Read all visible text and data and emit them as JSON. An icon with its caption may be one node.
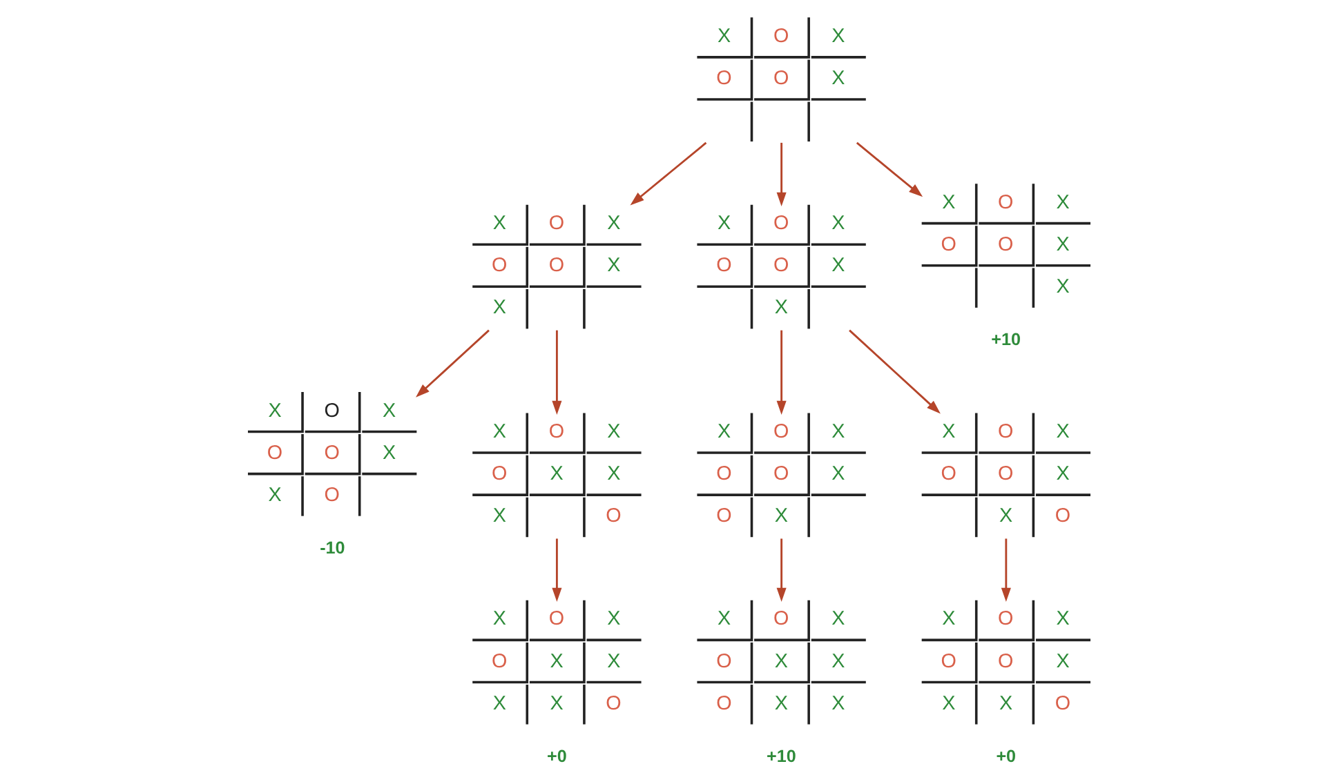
{
  "diagram": {
    "nodes": [
      {
        "text": [
          "X",
          "O",
          "X",
          "O",
          "O",
          "X"
        ]
      },
      {
        "text": [
          "X",
          "O",
          "X",
          "O",
          "O",
          "X",
          "X"
        ]
      },
      {
        "text": [
          "X",
          "O",
          "X",
          "O",
          "O",
          "X",
          "X"
        ]
      },
      {
        "text": [
          "X",
          "O",
          "X",
          "O",
          "O",
          "X",
          "X",
          "+10"
        ]
      },
      {
        "text": [
          "X",
          "O",
          "X",
          "O",
          "O",
          "X",
          "X",
          "O",
          "-10"
        ]
      },
      {
        "text": [
          "X",
          "O",
          "X",
          "O",
          "X",
          "X",
          "X",
          "O"
        ]
      },
      {
        "text": [
          "X",
          "O",
          "X",
          "O",
          "O",
          "X",
          "O",
          "X"
        ]
      },
      {
        "text": [
          "X",
          "O",
          "X",
          "O",
          "O",
          "X",
          "X",
          "O"
        ]
      },
      {
        "text": [
          "X",
          "O",
          "X",
          "O",
          "X",
          "X",
          "X",
          "X",
          "O",
          "+0"
        ]
      },
      {
        "text": [
          "X",
          "O",
          "X",
          "O",
          "X",
          "X",
          "O",
          "X",
          "X",
          "+10"
        ]
      },
      {
        "text": [
          "X",
          "O",
          "X",
          "O",
          "O",
          "X",
          "X",
          "X",
          "O",
          "+0"
        ]
      }
    ],
    "edges": [
      {
        "from": 0,
        "to": 1,
        "arrow": "to"
      },
      {
        "from": 0,
        "to": 2,
        "arrow": "to"
      },
      {
        "from": 0,
        "to": 3,
        "arrow": "to"
      },
      {
        "from": 1,
        "to": 4,
        "arrow": "to"
      },
      {
        "from": 1,
        "to": 5,
        "arrow": "to"
      },
      {
        "from": 2,
        "to": 6,
        "arrow": "to"
      },
      {
        "from": 2,
        "to": 7,
        "arrow": "to"
      },
      {
        "from": 5,
        "to": 8,
        "arrow": "to"
      },
      {
        "from": 6,
        "to": 9,
        "arrow": "to"
      },
      {
        "from": 7,
        "to": 10,
        "arrow": "to"
      }
    ]
  }
}
